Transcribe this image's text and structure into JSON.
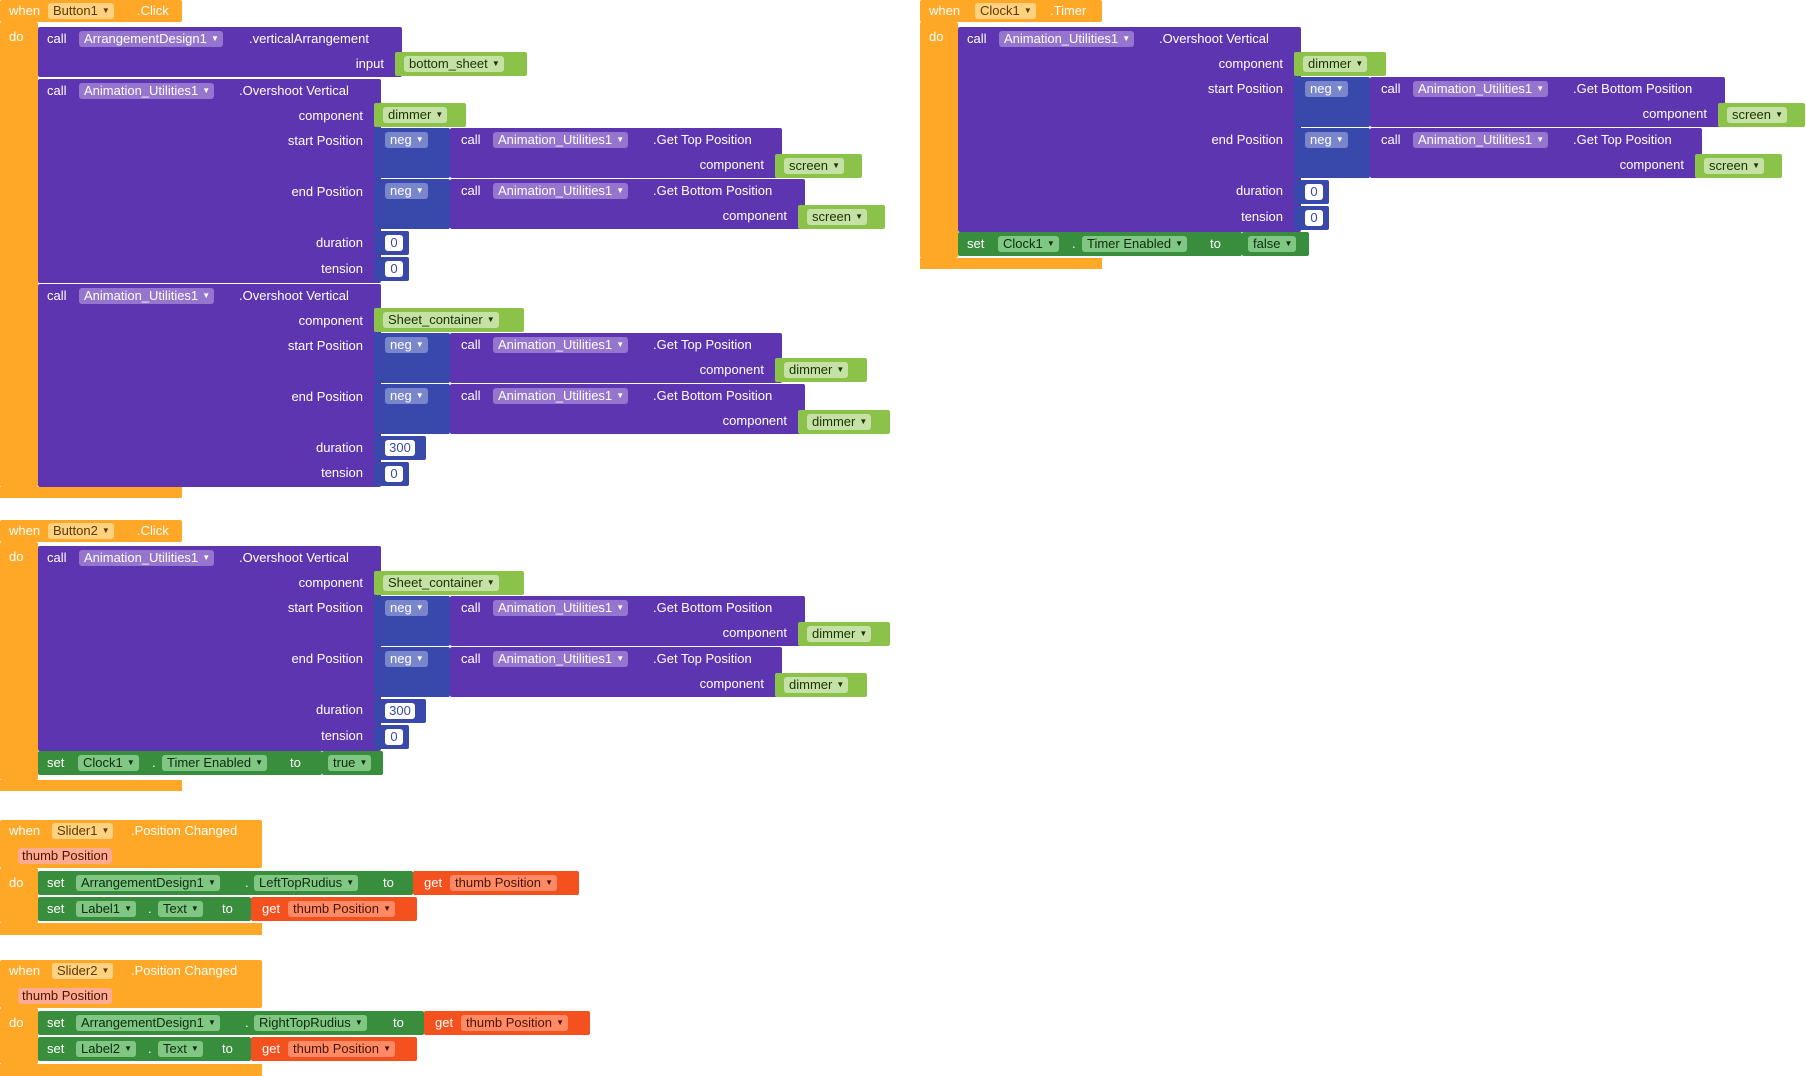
{
  "kw": {
    "when": "when",
    "do": "do",
    "call": "call",
    "set": "set",
    "get": "get",
    "to": "to",
    "dot": "."
  },
  "params": {
    "input": "input",
    "component": "component",
    "start": "start Position",
    "end": "end Position",
    "duration": "duration",
    "tension": "tension"
  },
  "comp": {
    "arr": "ArrangementDesign1",
    "anim": "Animation_Utilities1",
    "clock": "Clock1",
    "button1": "Button1",
    "button2": "Button2",
    "slider1": "Slider1",
    "slider2": "Slider2",
    "label1": "Label1",
    "label2": "Label2"
  },
  "events": {
    "click": ".Click",
    "timer": ".Timer",
    "position_changed": ".Position Changed"
  },
  "methods": {
    "vertical_arrangement": ".verticalArrangement",
    "overshoot": ".Overshoot Vertical",
    "get_top": ".Get Top Position",
    "get_bottom": ".Get Bottom Position"
  },
  "props": {
    "timer_enabled": "Timer Enabled",
    "left_top_radius": "LeftTopRudius",
    "right_top_radius": "RightTopRudius",
    "text": "Text"
  },
  "values": {
    "bottom_sheet": "bottom_sheet",
    "dimmer": "dimmer",
    "screen": "screen",
    "sheet_container": "Sheet_container",
    "neg": "neg",
    "true": "true",
    "false": "false",
    "thumb_position": "thumb Position",
    "zero": "0",
    "three_hundred": "300"
  }
}
